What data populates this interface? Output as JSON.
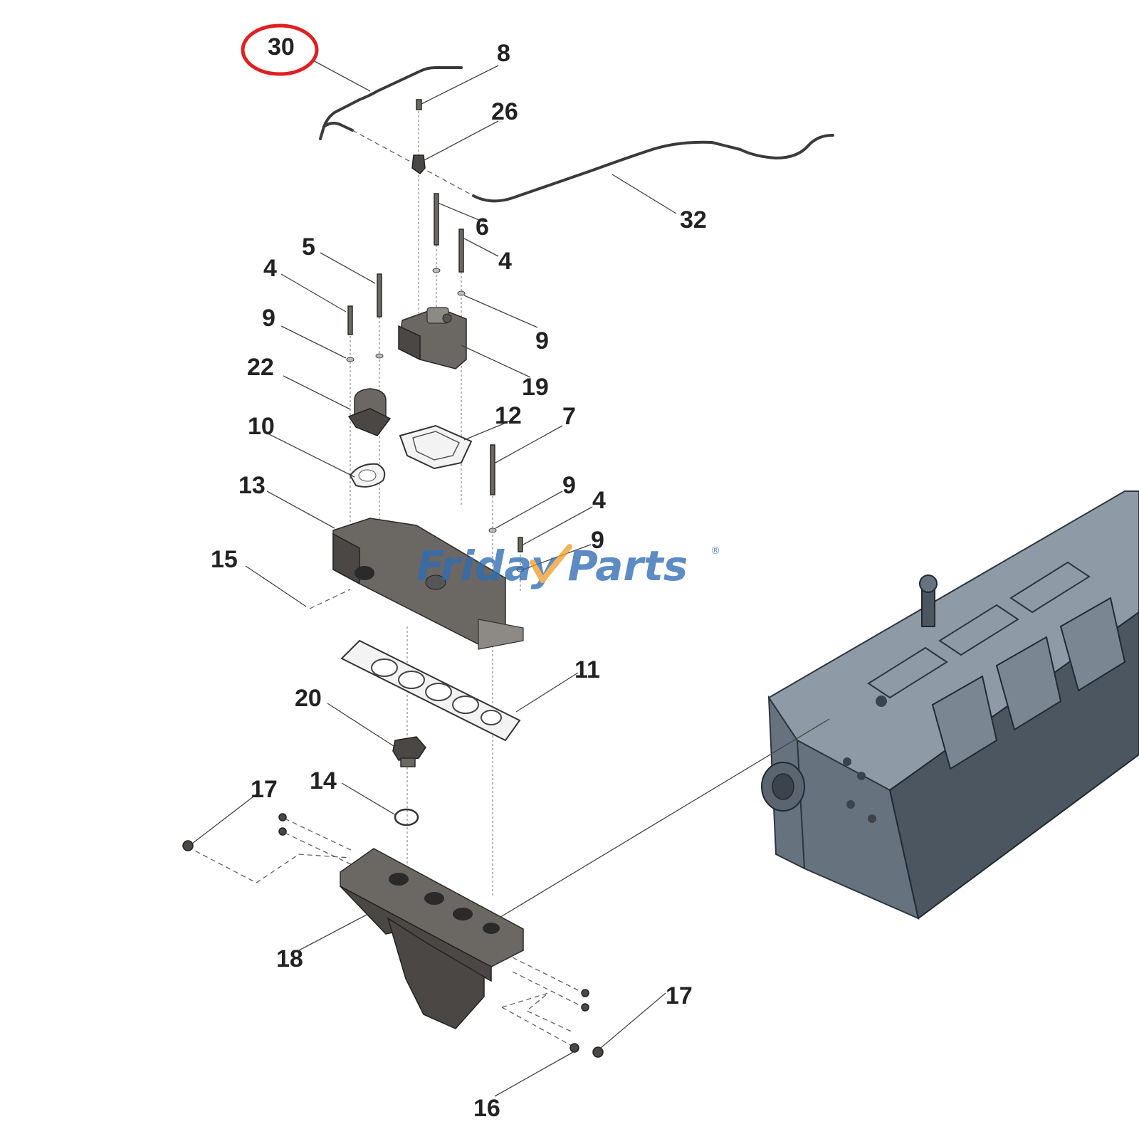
{
  "watermark": {
    "brand_part1": "Friday",
    "brand_part2": "Parts",
    "registered": "®",
    "color_blue": "#2f6db3",
    "color_orange": "#f0a030"
  },
  "highlight": {
    "callout": "30",
    "ring_color": "#e02020"
  },
  "callouts": {
    "c30": "30",
    "c8": "8",
    "c26": "26",
    "c32": "32",
    "c6": "6",
    "c4a": "4",
    "c5": "5",
    "c4b": "4",
    "c9a": "9",
    "c9b": "9",
    "c19": "19",
    "c22": "22",
    "c12": "12",
    "c7": "7",
    "c10": "10",
    "c13": "13",
    "c9c": "9",
    "c4c": "4",
    "c9d": "9",
    "c15": "15",
    "c11": "11",
    "c20": "20",
    "c14": "14",
    "c17a": "17",
    "c18": "18",
    "c17b": "17",
    "c16": "16"
  }
}
